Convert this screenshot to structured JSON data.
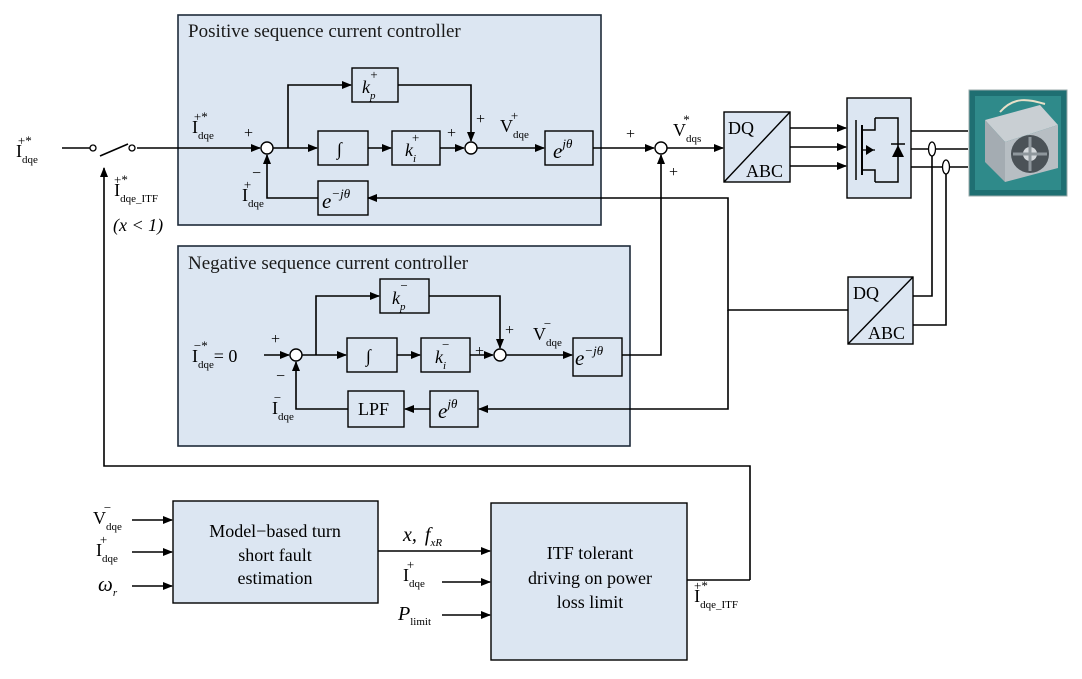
{
  "positive_controller": {
    "title": "Positive sequence current controller",
    "kp": {
      "base": "k",
      "sub": "p",
      "sup": "+"
    },
    "ki": {
      "base": "k",
      "sub": "i",
      "sup": "+"
    },
    "integrator": "∫",
    "rot_fwd": {
      "base": "e",
      "sup": "jθ"
    },
    "rot_back": {
      "base": "e",
      "sup": "−jθ"
    },
    "v_out": {
      "base": "V",
      "sub": "dqe",
      "sup": "+"
    },
    "i_fb": {
      "base": "I",
      "sub": "dqe",
      "sup": "+"
    },
    "i_ref": {
      "base": "I",
      "sub": "dqe",
      "sup": "+*"
    }
  },
  "negative_controller": {
    "title": "Negative sequence current controller",
    "kp": {
      "base": "k",
      "sub": "p",
      "sup": "−"
    },
    "ki": {
      "base": "k",
      "sub": "i",
      "sup": "−"
    },
    "integrator": "∫",
    "rot_out": {
      "base": "e",
      "sup": "−jθ"
    },
    "rot_in": {
      "base": "e",
      "sup": "jθ"
    },
    "lpf": "LPF",
    "v_out": {
      "base": "V",
      "sub": "dqe",
      "sup": "−"
    },
    "i_fb": {
      "base": "I",
      "sub": "dqe",
      "sup": "−"
    },
    "i_ref": {
      "base": "I",
      "sub": "dqe",
      "sup": "−*",
      "suffix": "= 0"
    }
  },
  "inputs": {
    "i_ref_main": {
      "base": "I",
      "sub": "dqe",
      "sup": "+*"
    },
    "i_ref_itf": {
      "base": "I",
      "sub": "dqe_ITF",
      "sup": "+*"
    },
    "switch_condition": "(x < 1)"
  },
  "output_stage": {
    "v_cmd": {
      "base": "V",
      "sub": "dqs",
      "sup": "*"
    },
    "dq_abc_top": {
      "dq": "DQ",
      "abc": "ABC"
    },
    "dq_abc_bottom": {
      "dq": "DQ",
      "abc": "ABC"
    },
    "inverter_icon": "inverter-icon",
    "motor_icon": "motor-photo-icon"
  },
  "estimation": {
    "title_lines": [
      "Model−based turn",
      "short fault",
      "estimation"
    ],
    "inputs": [
      {
        "base": "V",
        "sub": "dqe",
        "sup": "−"
      },
      {
        "base": "I",
        "sub": "dqe",
        "sup": "+"
      },
      {
        "base": "ω",
        "sub": "r",
        "sup": ""
      }
    ],
    "output": {
      "x": "x,",
      "f": "f",
      "f_sub": "xR"
    }
  },
  "itf": {
    "title_lines": [
      "ITF tolerant",
      "driving on power",
      "loss limit"
    ],
    "i_in": {
      "base": "I",
      "sub": "dqe",
      "sup": "+"
    },
    "p_in": {
      "base": "P",
      "sub": "limit"
    },
    "output": {
      "base": "I",
      "sub": "dqe_ITF",
      "sup": "+*"
    }
  },
  "signs": {
    "plus": "+",
    "minus": "−"
  }
}
